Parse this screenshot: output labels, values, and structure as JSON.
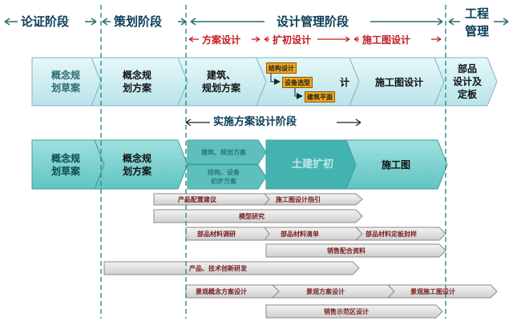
{
  "phases": {
    "lunzheng": "论证阶段",
    "cehua": "策划阶段",
    "sheji": "设计管理阶段",
    "gongcheng_line1": "工程",
    "gongcheng_line2": "管理"
  },
  "subphases": {
    "fangan": "方案设计",
    "kuochu": "扩初设计",
    "shigongtu": "施工图设计"
  },
  "row1": {
    "gainian_caoan_1": "概念规",
    "gainian_caoan_2": "划草案",
    "gainian_fangan_1": "概念规",
    "gainian_fangan_2": "划方案",
    "jianzhu_1": "建筑、",
    "jianzhu_2": "规划方案",
    "jiegou": "结构设计",
    "shebei": "设备选型",
    "jianzhu_pingmian": "建筑平面",
    "ji_suffix": "计",
    "shigongtu": "施工图设计",
    "bupin_1": "部品",
    "bupin_2": "设计及",
    "bupin_3": "定板"
  },
  "shishi_label": "实施方案设计阶段",
  "row2": {
    "gainian_caoan_1": "概念规",
    "gainian_caoan_2": "划草案",
    "gainian_fangan_1": "概念规",
    "gainian_fangan_2": "划方案",
    "jianzhu_guihua": "建筑、规划方案",
    "jiegou_1": "结构、设备",
    "jiegou_2": "初步方案",
    "tujian": "土建扩初",
    "shigongtu": "施工图"
  },
  "bars": {
    "chanpin_peizhi": "产品配置建议",
    "shigongtu_zhiyin": "施工图设计指引",
    "moxing": "模型研究",
    "cailiao_tiaoyan": "部品材料调研",
    "cailiao_qingdan": "部品材料清单",
    "cailiao_dingban": "部品材料定板封样",
    "xiaoshou": "销售配合资料",
    "chanpin_jishu": "产品、技术创新研发",
    "jingguan_gainian": "景观概念方案设计",
    "jingguan_fangan": "景观方案设计",
    "jingguan_shigong": "景观施工图设计",
    "xiaoshou_shifan": "销售示范区设计"
  },
  "colors": {
    "phase_text": "#0b3d57",
    "subphase_text": "#c2191f",
    "row1_fill": "#cfeef2",
    "row2_fill": "#7fd3d2",
    "row2_dark": "#46b7b3",
    "bar_fill": "#dedede",
    "dashed_line": "#2e8b83",
    "orange": "#f0a81c"
  }
}
